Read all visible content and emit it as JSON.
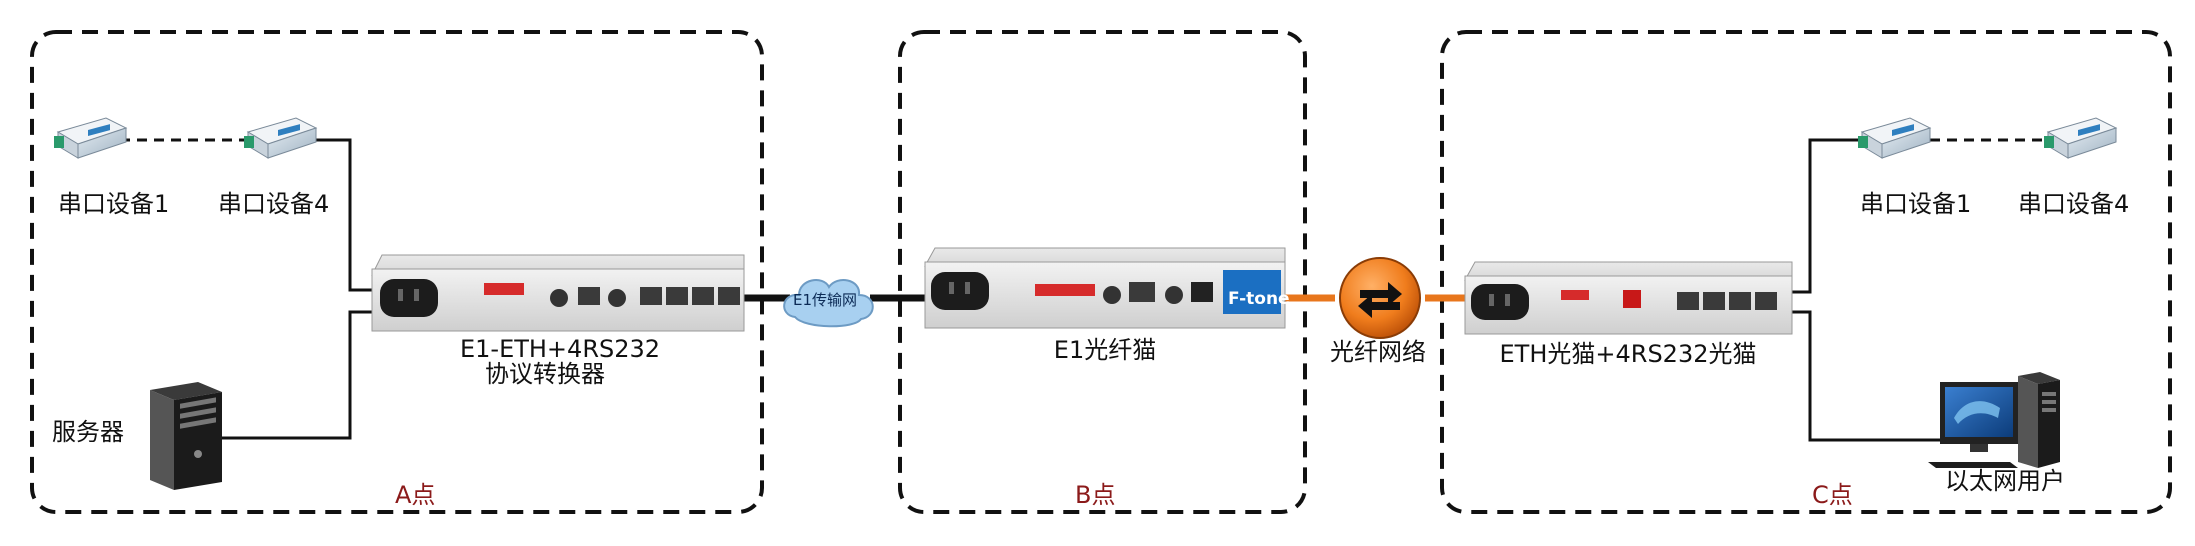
{
  "zones": {
    "a": {
      "label": "A点"
    },
    "b": {
      "label": "B点"
    },
    "c": {
      "label": "C点"
    }
  },
  "devices": {
    "protocol_converter": {
      "line1": "E1-ETH+4RS232",
      "line2": "协议转换器"
    },
    "e1_modem": {
      "label": "E1光纤猫",
      "brand": "F-tone"
    },
    "eth_modem": {
      "label": "ETH光猫+4RS232光猫"
    }
  },
  "endpoints": {
    "a_serial_1": "串口设备1",
    "a_serial_4": "串口设备4",
    "server": "服务器",
    "c_serial_1": "串口设备1",
    "c_serial_4": "串口设备4",
    "ethernet_user": "以太网用户"
  },
  "links": {
    "e1_network": "E1传输网",
    "fiber_network": "光纤网络"
  },
  "colors": {
    "border": "#111111",
    "zone_label": "#8b1a1a",
    "fiber_link": "#e8761c",
    "e1_link": "#111111",
    "brand_badge": "#1b6fc2",
    "cloud_fill": "#a8d0f0"
  }
}
